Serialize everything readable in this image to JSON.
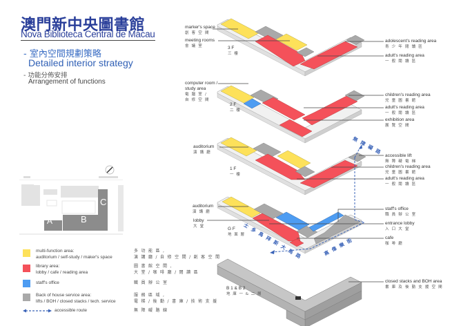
{
  "header": {
    "title_zh": "澳門新中央圖書館",
    "title_en": "Nova Biblioteca Central de Macau",
    "subtitle_zh": "- 室內空間規劃策略",
    "subtitle_en": "Detailed interior strategy",
    "section_zh": "- 功能分佈安排",
    "section_en": "Arrangement of functions"
  },
  "site_plan": {
    "blocks": [
      {
        "letter": "A"
      },
      {
        "letter": "B"
      },
      {
        "letter": "C"
      }
    ],
    "north_icon": "north-arrow-icon"
  },
  "colors": {
    "multi_function": "#fde15a",
    "library": "#f4515a",
    "staff": "#4d9cf2",
    "back_of_house": "#a9a9a9",
    "route": "#3a63b8",
    "title": "#2a3f9a"
  },
  "legend": [
    {
      "key": "multi_function",
      "en_line1": "multi-function area:",
      "en_line2": "auditorium / self-study / maker's space",
      "zh_line1": "多 功 能 區 ,",
      "zh_line2": "演 講 廳 / 自 修 空 間 / 創 客 空 間"
    },
    {
      "key": "library",
      "en_line1": "library area:",
      "en_line2": "lobby / cafe / reading area",
      "zh_line1": "圖 書 館 空 間 ,",
      "zh_line2": "大 堂 / 咖 啡 廳 / 閱 讀 區"
    },
    {
      "key": "staff",
      "en_line1": "staff's office",
      "en_line2": "",
      "zh_line1": "職 員 辦 公 室",
      "zh_line2": ""
    },
    {
      "key": "back_of_house",
      "en_line1": "Back of house service area:",
      "en_line2": "lifts / BOH / closed stacks / tech. service",
      "zh_line1": "服 務 區 域 ,",
      "zh_line2": "電 梯 / 後 勤 / 書 庫 / 技 術 支 援"
    }
  ],
  "legend_route": {
    "en": "accessible route",
    "zh": "無 障 礙 路 線"
  },
  "floors": [
    {
      "id": "3F",
      "name_en": "3 F",
      "name_zh": "三 樓",
      "left_labels": [
        {
          "en": "marker's space",
          "zh": "創 客 空 間"
        },
        {
          "en": "meeting rooms",
          "zh": "會 議 室"
        }
      ],
      "right_labels": [
        {
          "en": "adolescent's reading area",
          "zh": "青 少 年 閱 讀 區"
        },
        {
          "en": "adult's reading area",
          "zh": "一 般 閱 讀 區"
        }
      ]
    },
    {
      "id": "2F",
      "name_en": "2 F",
      "name_zh": "二 樓",
      "left_labels": [
        {
          "en": "computer room /",
          "en2": "study area",
          "zh": "電 腦 室 /",
          "zh2": "自 修 空 間"
        }
      ],
      "right_labels": [
        {
          "en": "children's reading area",
          "zh": "兒 童 圖 書 館"
        },
        {
          "en": "adult's reading area",
          "zh": "一 般 閱 讀 區"
        },
        {
          "en": "exhibition area",
          "zh": "展 覽 空 間"
        }
      ]
    },
    {
      "id": "1F",
      "name_en": "1 F",
      "name_zh": "一 樓",
      "left_labels": [
        {
          "en": "auditorium",
          "zh": "演 講 廳"
        }
      ],
      "right_labels": [
        {
          "en": "accessible lift",
          "zh": "無 障 礙 電 梯"
        },
        {
          "en": "children's reading area",
          "zh": "兒 童 圖 書 館"
        },
        {
          "en": "adult's reading area",
          "zh": "一 般 閱 讀 區"
        }
      ]
    },
    {
      "id": "GF",
      "name_en": "G F",
      "name_zh": "地 面 層",
      "left_labels": [
        {
          "en": "auditorium",
          "zh": "演 講 廳"
        },
        {
          "en": "lobby",
          "zh": "大 堂"
        }
      ],
      "right_labels": [
        {
          "en": "staff's office",
          "zh": "職 員 辦 公 室"
        },
        {
          "en": "entrance lobby",
          "zh": "入 口 大 堂"
        },
        {
          "en": "cafe",
          "zh": "咖 啡 廳"
        }
      ]
    },
    {
      "id": "B1B2",
      "name_en": "B 1 & B 2",
      "name_zh": "地 庫 一 & 二 層",
      "left_labels": [],
      "right_labels": [
        {
          "en": "closed stacks and BOH area",
          "zh": "書 庫 及 後 勤 支 援 空 間"
        }
      ]
    }
  ],
  "route_labels": {
    "lift_route": "無 障 礙 路",
    "street_left": "士 多 鳥 拜 斯 大 馬 路",
    "street_right": "高 偉 樂 街"
  }
}
